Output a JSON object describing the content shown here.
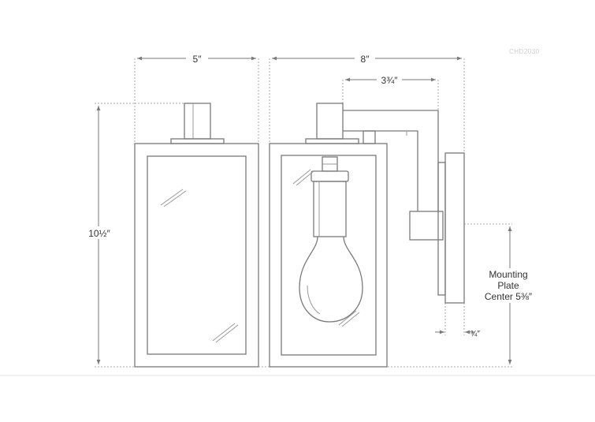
{
  "product_code": "CHD2030",
  "dimensions": {
    "front_width": "5″",
    "side_depth": "8″",
    "arm_extension": "3¾″",
    "height": "10½″",
    "plate_offset": "¾″"
  },
  "mounting_plate_label": {
    "line1": "Mounting",
    "line2": "Plate",
    "line3": "Center 5⅜″"
  },
  "colors": {
    "line": "#7a7a7a",
    "text": "#333333"
  }
}
